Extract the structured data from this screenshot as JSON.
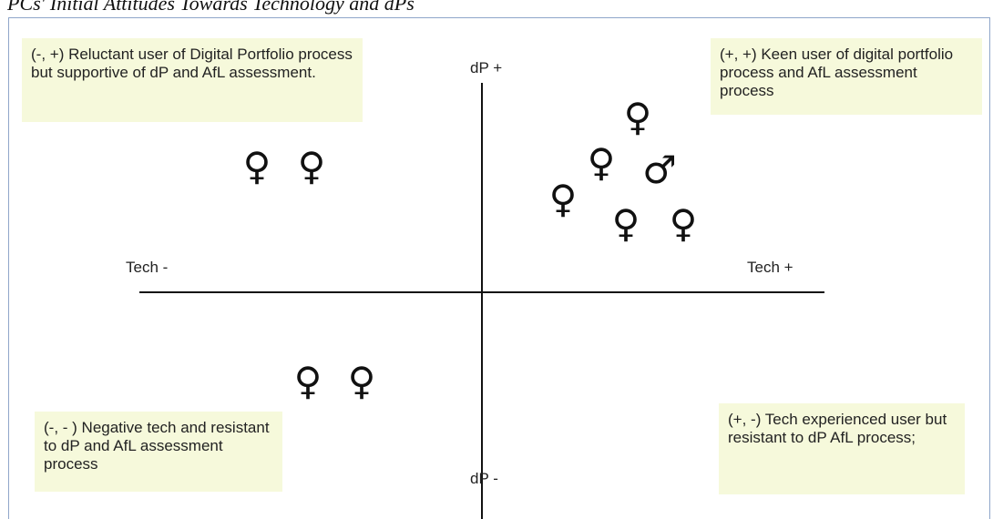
{
  "caption": "PCs' Initial Attitudes Towards Technology and dPs",
  "axes": {
    "y_top": "dP +",
    "y_bottom": "dP -",
    "x_left": "Tech -",
    "x_right": "Tech +"
  },
  "quadrants": {
    "top_left": "(-, +) Reluctant user of Digital Portfolio process but supportive of dP and AfL assessment.",
    "top_right": "(+, +) Keen user of digital portfolio process and AfL assessment process",
    "bottom_left": "(-, - ) Negative tech and resistant to dP and AfL assessment process",
    "bottom_right": "(+, -) Tech experienced user but resistant to dP AfL process;"
  },
  "symbols": {
    "female": "♀",
    "male": "♂"
  },
  "markers": [
    {
      "quadrant": "top-left",
      "kind": "female"
    },
    {
      "quadrant": "top-left",
      "kind": "female"
    },
    {
      "quadrant": "top-right",
      "kind": "female"
    },
    {
      "quadrant": "top-right",
      "kind": "female"
    },
    {
      "quadrant": "top-right",
      "kind": "male"
    },
    {
      "quadrant": "top-right",
      "kind": "female"
    },
    {
      "quadrant": "top-right",
      "kind": "female"
    },
    {
      "quadrant": "top-right",
      "kind": "female"
    },
    {
      "quadrant": "bottom-left",
      "kind": "female"
    },
    {
      "quadrant": "bottom-left",
      "kind": "female"
    }
  ],
  "colors": {
    "box_background": "#f6f9db",
    "frame_border": "#8fa6c9",
    "ink": "#111111"
  }
}
